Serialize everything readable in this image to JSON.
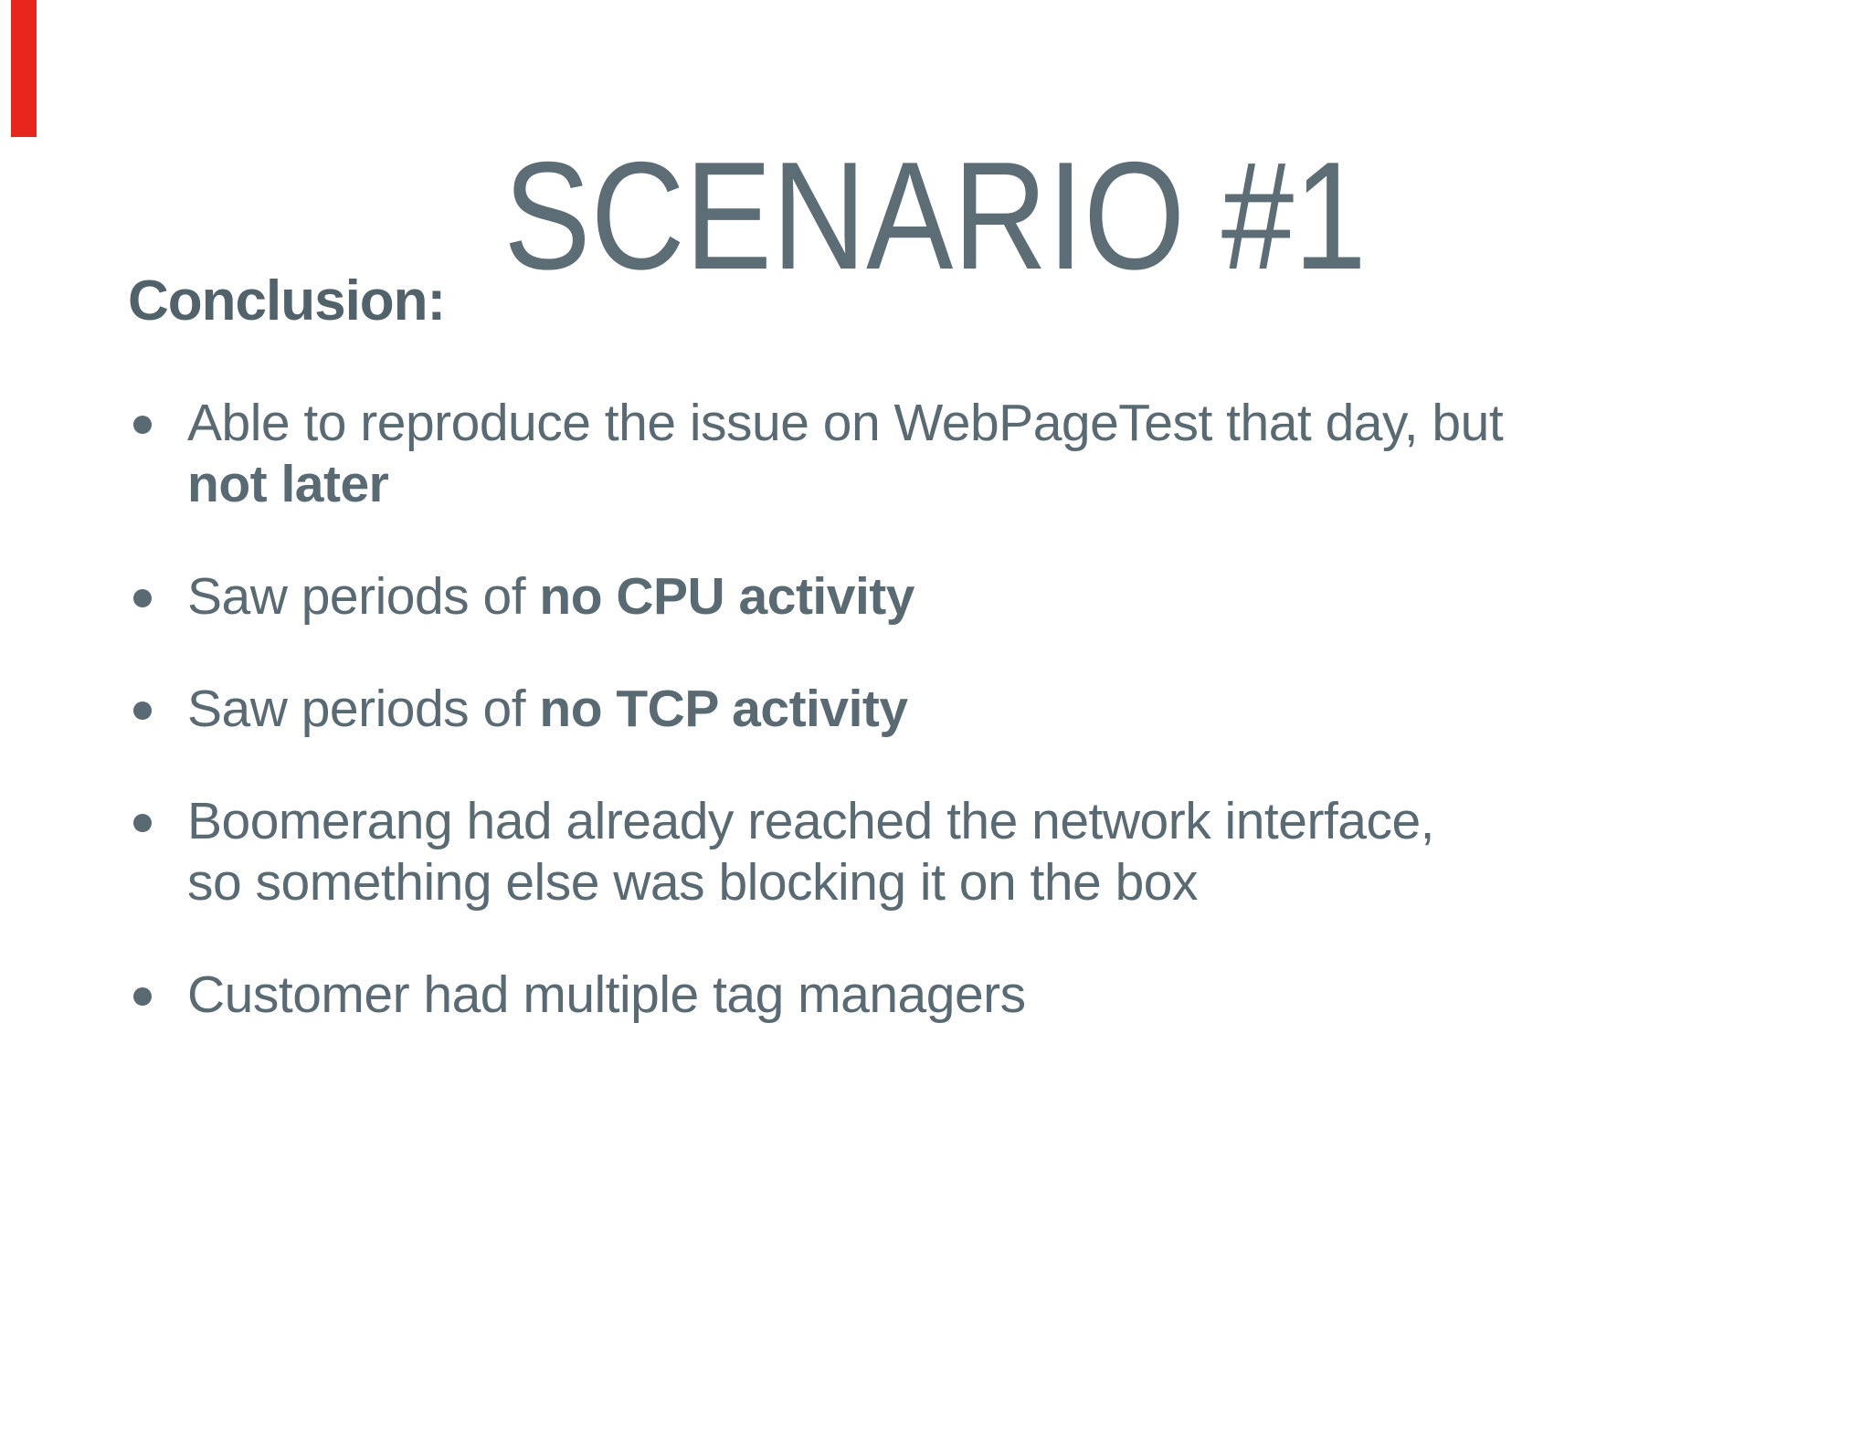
{
  "slide": {
    "title": "SCENARIO #1",
    "heading": "Conclusion:",
    "bullets": [
      {
        "lines": [
          [
            {
              "t": "Able to reproduce the issue on WebPageTest that day, but",
              "b": false
            }
          ],
          [
            {
              "t": "not later",
              "b": true
            }
          ]
        ]
      },
      {
        "lines": [
          [
            {
              "t": "Saw periods of ",
              "b": false
            },
            {
              "t": "no CPU activity",
              "b": true
            }
          ]
        ]
      },
      {
        "lines": [
          [
            {
              "t": "Saw periods of ",
              "b": false
            },
            {
              "t": "no TCP activity",
              "b": true
            }
          ]
        ]
      },
      {
        "lines": [
          [
            {
              "t": "Boomerang had already reached the network interface,",
              "b": false
            }
          ],
          [
            {
              "t": "so something else was blocking it on the box",
              "b": false
            }
          ]
        ]
      },
      {
        "lines": [
          [
            {
              "t": "Customer had multiple tag managers",
              "b": false
            }
          ]
        ]
      }
    ],
    "colors": {
      "background": "#ffffff",
      "title": "#5d6d75",
      "heading": "#52626b",
      "text": "#5a6a73",
      "marker": "#e7271d"
    }
  }
}
